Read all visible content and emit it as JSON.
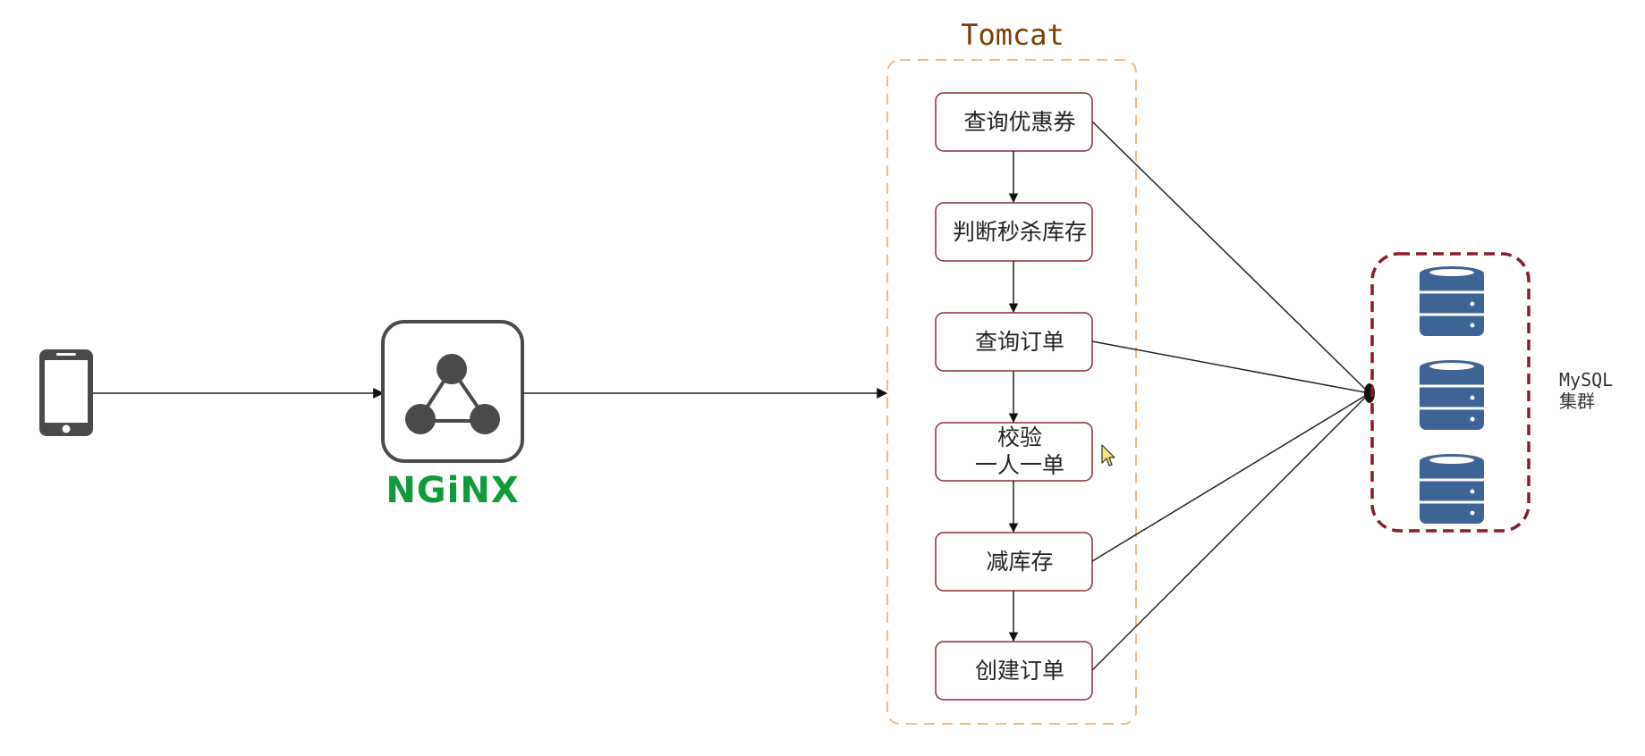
{
  "tomcat": {
    "title": "Tomcat"
  },
  "nginx": {
    "label": "NGiNX"
  },
  "steps": [
    {
      "lines": [
        "查询优惠券"
      ]
    },
    {
      "lines": [
        "判断秒杀库存"
      ]
    },
    {
      "lines": [
        "查询订单"
      ]
    },
    {
      "lines": [
        "校验",
        "一人一单"
      ]
    },
    {
      "lines": [
        "减库存"
      ]
    },
    {
      "lines": [
        "创建订单"
      ]
    }
  ],
  "mysql": {
    "line1": "MySQL",
    "line2": "集群"
  },
  "colors": {
    "tomcat_title": "#7a3e00",
    "tomcat_border": "#f2b98a",
    "step_border": "#8b2a33",
    "mysql_border": "#8b1a2b",
    "db_fill": "#3d6494",
    "nginx_green": "#0f9b3a",
    "icon_dark": "#4a4a4a"
  }
}
